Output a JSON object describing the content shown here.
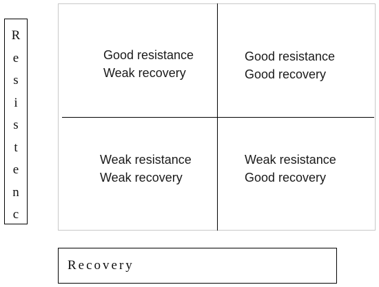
{
  "y_axis": {
    "letters": [
      "R",
      "e",
      "s",
      "i",
      "s",
      "t",
      "e",
      "n",
      "c"
    ]
  },
  "x_axis": {
    "label": "Recovery"
  },
  "quadrants": {
    "top_left": {
      "line1": "Good resistance",
      "line2": "Weak recovery"
    },
    "top_right": {
      "line1": "Good resistance",
      "line2": "Good recovery"
    },
    "bottom_left": {
      "line1": "Weak resistance",
      "line2": "Weak recovery"
    },
    "bottom_right": {
      "line1": "Weak resistance",
      "line2": "Good recovery"
    }
  }
}
